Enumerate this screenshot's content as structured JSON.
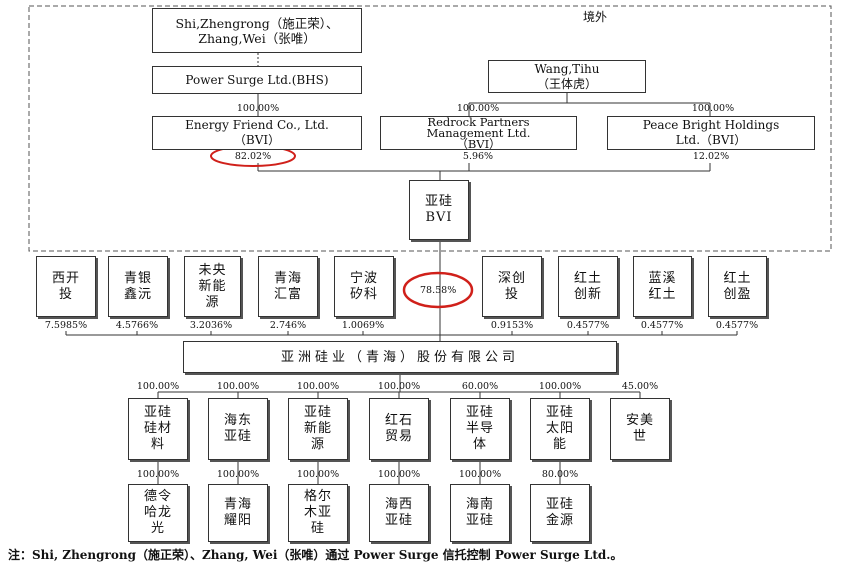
{
  "overseas_label": "境外",
  "top": {
    "shi_zhang": "Shi,Zhengrong（施正荣）、Zhang,Wei（张唯）",
    "power_surge": "Power Surge Ltd.(BHS)",
    "wang": "Wang,Tihu\n（王体虎）",
    "energy_friend": "Energy Friend Co., Ltd.\n（BVI）",
    "redrock": "Redrock Partners\nManagement Ltd.\n（BVI）",
    "peace": "Peace Bright Holdings\nLtd.（BVI）",
    "yagui_bvi": "亚硅\nBVI"
  },
  "top_pcts": {
    "ps_to_ef": "100.00%",
    "wang_to_rr": "100.00%",
    "wang_to_pb": "100.00%",
    "ef_share": "82.02%",
    "rr_share": "5.96%",
    "pb_share": "12.02%",
    "bvi_share": "78.58%"
  },
  "shareholders": [
    {
      "name": "西开\n投",
      "pct": "7.5985%"
    },
    {
      "name": "青银\n鑫沅",
      "pct": "4.5766%"
    },
    {
      "name": "未央\n新能\n源",
      "pct": "3.2036%"
    },
    {
      "name": "青海\n汇富",
      "pct": "2.746%"
    },
    {
      "name": "宁波\n矽科",
      "pct": "1.0069%"
    },
    {
      "name": "深创\n投",
      "pct": "0.9153%"
    },
    {
      "name": "红土\n创新",
      "pct": "0.4577%"
    },
    {
      "name": "蓝溪\n红土",
      "pct": "0.4577%"
    },
    {
      "name": "红土\n创盈",
      "pct": "0.4577%"
    }
  ],
  "company": "亚洲硅业（青海）股份有限公司",
  "subsidiaries": [
    {
      "name": "亚硅\n硅材\n料",
      "pct": "100.00%"
    },
    {
      "name": "海东\n亚硅",
      "pct": "100.00%"
    },
    {
      "name": "亚硅\n新能\n源",
      "pct": "100.00%"
    },
    {
      "name": "红石\n贸易",
      "pct": "100.00%"
    },
    {
      "name": "亚硅\n半导\n体",
      "pct": "60.00%"
    },
    {
      "name": "亚硅\n太阳\n能",
      "pct": "100.00%"
    },
    {
      "name": "安美\n世",
      "pct": "45.00%"
    }
  ],
  "grandchildren": [
    {
      "name": "德令\n哈龙\n光",
      "pct": "100.00%"
    },
    {
      "name": "青海\n耀阳",
      "pct": "100.00%"
    },
    {
      "name": "格尔\n木亚\n硅",
      "pct": "100.00%"
    },
    {
      "name": "海西\n亚硅",
      "pct": "100.00%"
    },
    {
      "name": "海南\n亚硅",
      "pct": "100.00%"
    },
    {
      "name": "亚硅\n金源",
      "pct": "80.00%"
    }
  ],
  "footnote": "注：Shi, Zhengrong（施正荣）、Zhang, Wei（张唯）通过 Power Surge 信托控制 Power Surge Ltd.。"
}
